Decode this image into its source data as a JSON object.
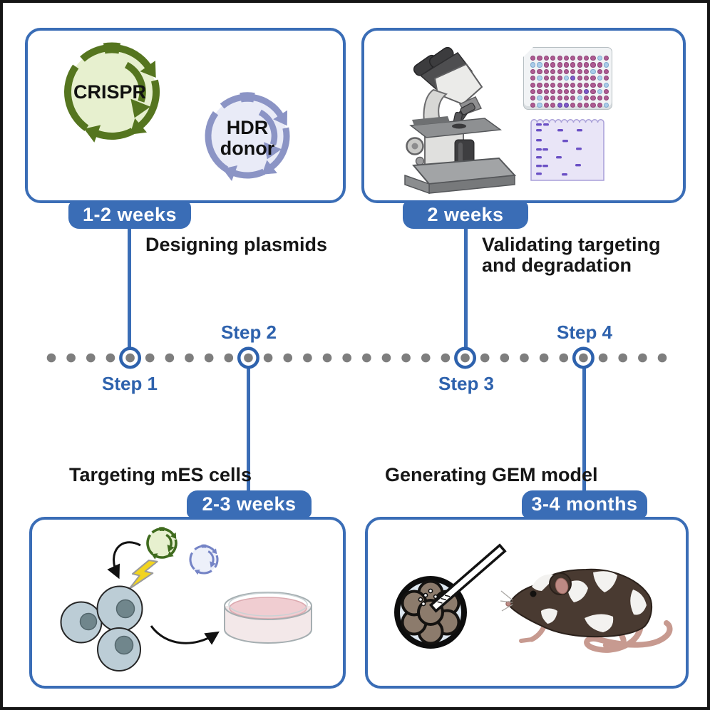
{
  "figure": {
    "description": "Four-step timeline for generating a GEM mouse model"
  },
  "colors": {
    "accent_blue": "#3a6db6",
    "step_text_blue": "#2e62ad",
    "timeline_dot_gray": "#7e7e7e",
    "crispr_ring_green": "#55751f",
    "crispr_fill_green": "#e7f0cf",
    "hdr_ring_lavender": "#8b94c5",
    "hdr_fill_lavender": "#e9ebf7",
    "cell_fill": "#bccdd6",
    "cell_nucleus": "#70868c",
    "petri_media_pink": "#f0cdd1",
    "lightning_yellow": "#f2d41f",
    "mouse_body_brown": "#493a31",
    "mouse_patch_white": "#f3f2f0",
    "embryo_cell_brown": "#8c7b6c",
    "gel_bg": "#e9e5f7"
  },
  "steps": [
    {
      "label": "Step 1",
      "duration": "1-2 weeks",
      "title_lines": [
        "Designing plasmids"
      ]
    },
    {
      "label": "Step 2",
      "duration": "2-3 weeks",
      "title_lines": [
        "Targeting mES cells"
      ]
    },
    {
      "label": "Step 3",
      "duration": "2 weeks",
      "title_lines": [
        "Validating targeting",
        "and degradation"
      ]
    },
    {
      "label": "Step 4",
      "duration": "3-4 months",
      "title_lines": [
        "Generating GEM model"
      ]
    }
  ],
  "plasmids": {
    "crispr_label": "CRISPR",
    "hdr_label_line1": "HDR",
    "hdr_label_line2": "donor"
  },
  "timeline": {
    "dot_count": 32,
    "step_marker_indices": [
      4,
      10,
      21,
      27
    ]
  },
  "well_plate": {
    "colors": {
      "m": "#ad5a92",
      "b": "#a9cbe9",
      "p": "#7e58c8"
    },
    "border_colors": {
      "m": "#8f4578",
      "b": "#7fa9cc",
      "p": "#5f41a0"
    },
    "grid": [
      "mmmmmmmmmmbm",
      "bbmmmmmmmmmb",
      "mmmmmmmmmbmm",
      "mbmmmbpmmmbm",
      "mmmmmmmmmmmb",
      "mmmmmmmmpmbm",
      "mbmmmmmbmmmm",
      "mbmmppmmmmmb"
    ]
  },
  "gel": {
    "band_color": "#6b50c5",
    "bands": [
      [
        11,
        13
      ],
      [
        21,
        13
      ],
      [
        11,
        21
      ],
      [
        41,
        21
      ],
      [
        68,
        21
      ],
      [
        11,
        35
      ],
      [
        48,
        36
      ],
      [
        11,
        48
      ],
      [
        20,
        48
      ],
      [
        67,
        47
      ],
      [
        11,
        59
      ],
      [
        39,
        59
      ],
      [
        11,
        71
      ],
      [
        20,
        71
      ],
      [
        66,
        70
      ],
      [
        11,
        82
      ],
      [
        47,
        83
      ]
    ]
  },
  "icons": {
    "panel1": [
      "crispr-plasmid-icon",
      "hdr-plasmid-icon"
    ],
    "panel2": [
      "microscope-icon",
      "well-plate-icon",
      "gel-icon"
    ],
    "panel3": [
      "plasmid-small-icons",
      "lightning-icon",
      "mes-cells-icon",
      "petri-dish-icon",
      "curved-arrow-icons"
    ],
    "panel4": [
      "embryo-icon",
      "micropipette-icon",
      "chimeric-mouse-icon"
    ]
  }
}
